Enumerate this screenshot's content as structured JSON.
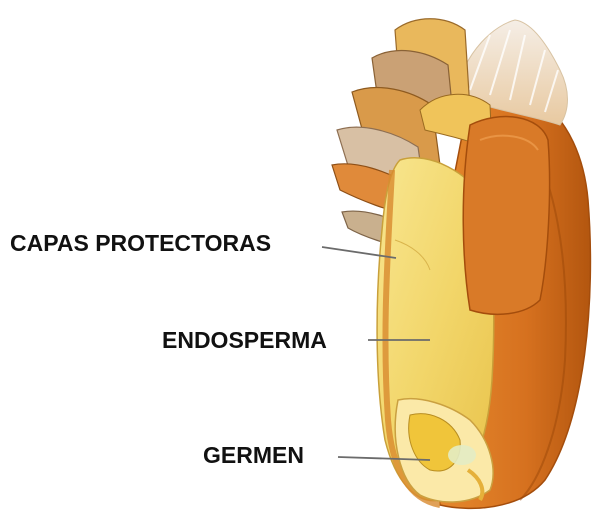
{
  "labels": {
    "protective_layers": "CAPAS PROTECTORAS",
    "endosperm": "ENDOSPERMA",
    "germ": "GERMEN"
  },
  "colors": {
    "bran_orange": "#d9782a",
    "bran_dark": "#b85a14",
    "endosperm_yellow": "#f4dc78",
    "germ_yellow": "#f3cf5a",
    "leader_line": "#6b6b6b",
    "label_text": "#111111"
  }
}
